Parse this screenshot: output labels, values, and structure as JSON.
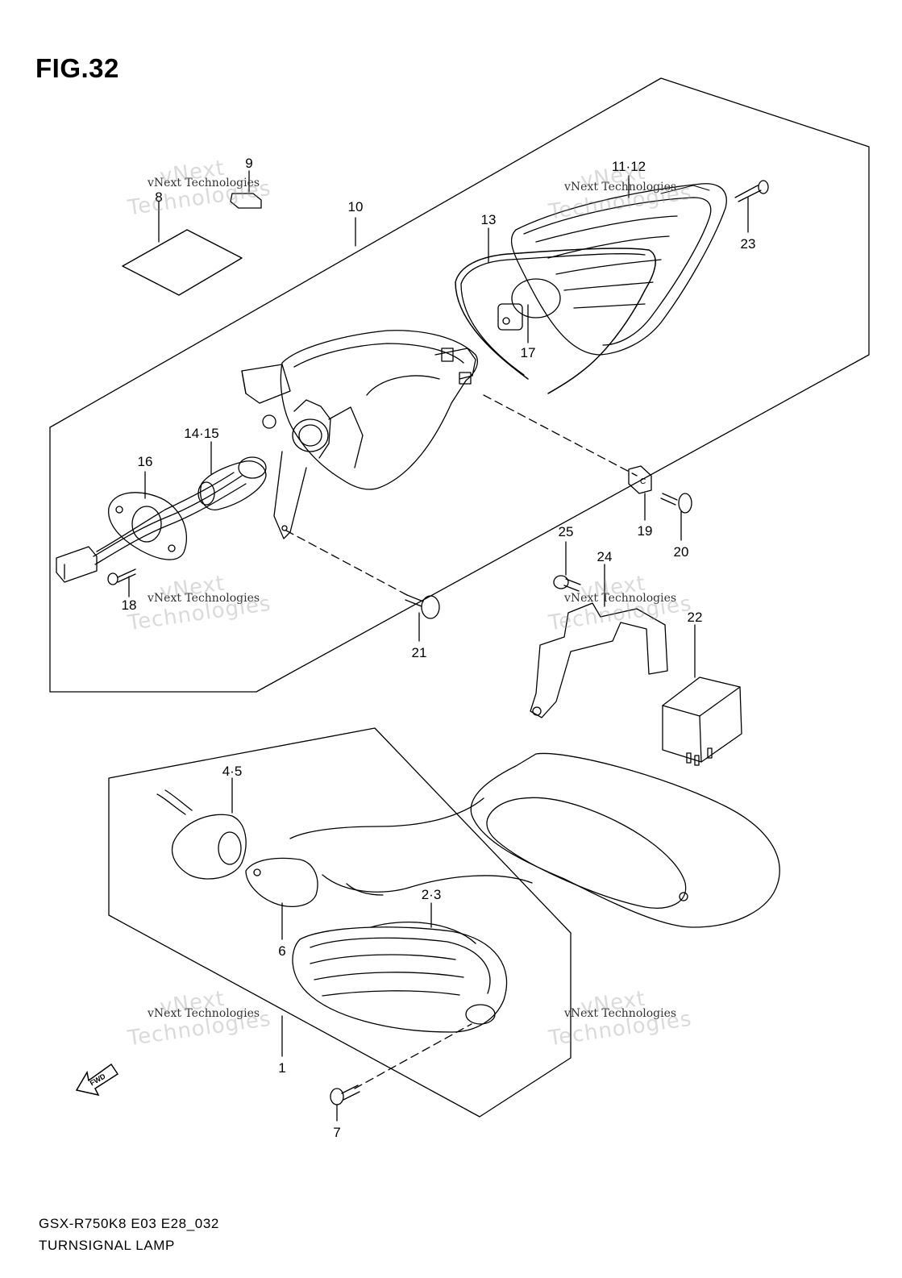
{
  "figure": {
    "title": "FIG.32",
    "model_code": "GSX-R750K8 E03 E28_032",
    "caption": "TURNSIGNAL LAMP"
  },
  "callouts": [
    "1",
    "2·3",
    "4·5",
    "6",
    "7",
    "8",
    "9",
    "10",
    "11·12",
    "13",
    "14·15",
    "16",
    "17",
    "18",
    "19",
    "20",
    "21",
    "22",
    "23",
    "24",
    "25"
  ],
  "fwd_arrow": "FWD",
  "clip_letter": "C",
  "watermark": {
    "line1": "vNext Technologies",
    "line2": "vNext",
    "line3": "Technologies"
  }
}
